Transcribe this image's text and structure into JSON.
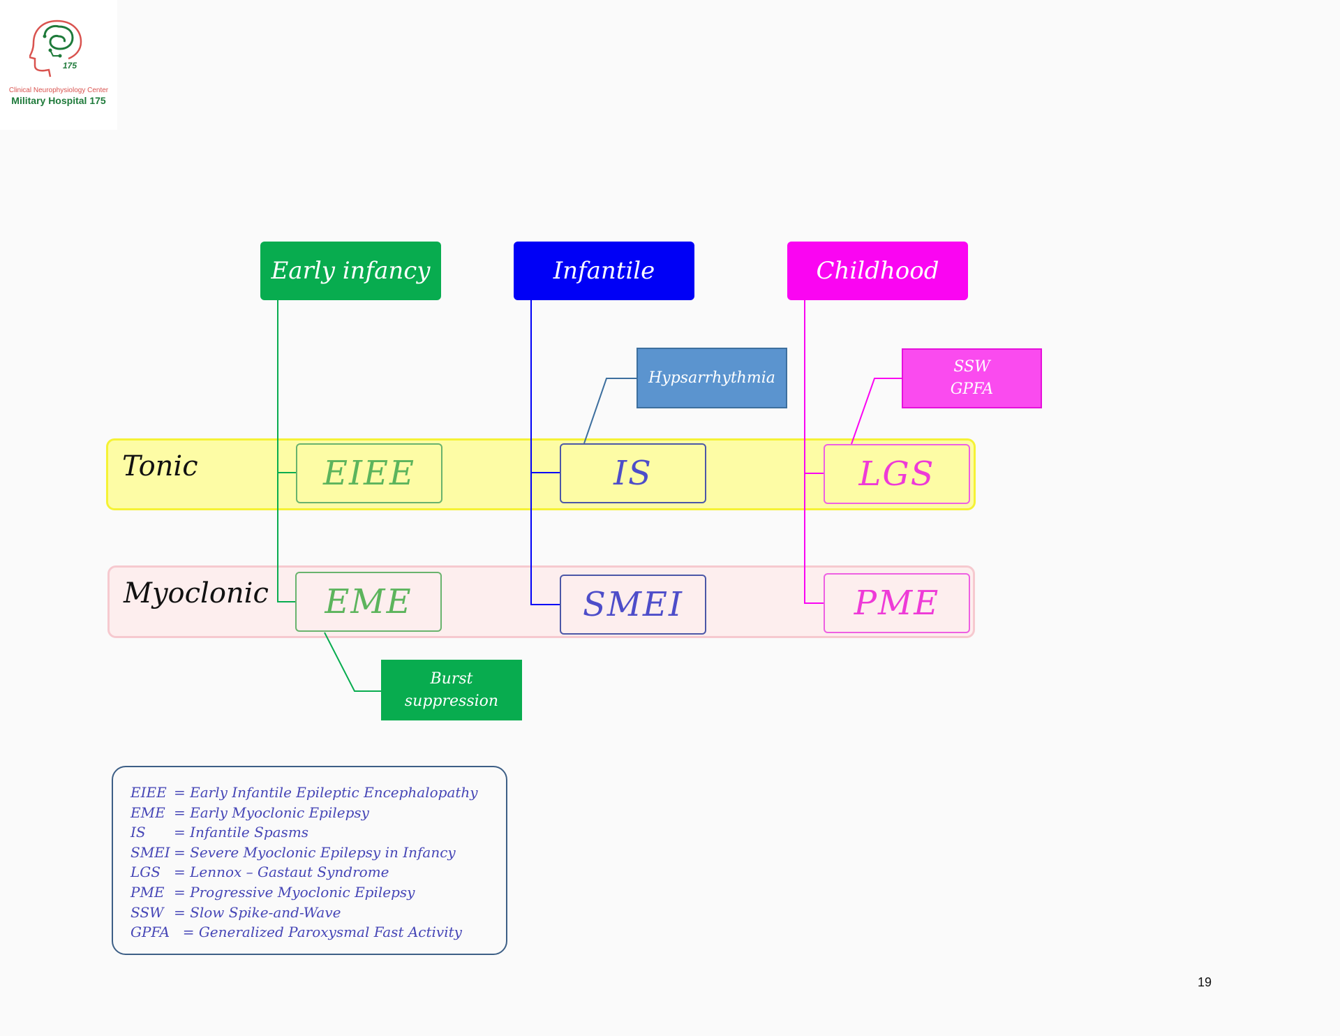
{
  "logo": {
    "subtitle": "Clinical Neurophysiology Center",
    "name": "Military Hospital 175",
    "badge": "175"
  },
  "columns": [
    {
      "header": "Early infancy",
      "color": "#08ac4f",
      "tonic": "EIEE",
      "myoclonic": "EME",
      "text_color": "#5cb45c"
    },
    {
      "header": "Infantile",
      "color": "#0000f6",
      "tonic": "IS",
      "myoclonic": "SMEI",
      "text_color": "#4d4dc9"
    },
    {
      "header": "Childhood",
      "color": "#fa05f2",
      "tonic": "LGS",
      "myoclonic": "PME",
      "text_color": "#ee3ad7"
    }
  ],
  "rows": {
    "tonic": "Tonic",
    "myoclonic": "Myoclonic"
  },
  "eeg_patterns": {
    "hypsarrhythmia": {
      "lines": [
        "Hypsarrhythmia"
      ],
      "color": "#5b94cf"
    },
    "lgs": {
      "lines": [
        "SSW",
        "GPFA"
      ],
      "color": "#fa4bef"
    },
    "burst": {
      "lines": [
        "Burst",
        "suppression"
      ],
      "color": "#08ac4f"
    }
  },
  "legend": [
    {
      "abbr": "EIEE",
      "definition": "= Early Infantile Epileptic Encephalopathy"
    },
    {
      "abbr": "EME",
      "definition": "= Early Myoclonic Epilepsy"
    },
    {
      "abbr": "IS",
      "definition": "= Infantile Spasms"
    },
    {
      "abbr": "SMEI",
      "definition": "= Severe Myoclonic Epilepsy in Infancy"
    },
    {
      "abbr": "LGS",
      "definition": "= Lennox – Gastaut Syndrome"
    },
    {
      "abbr": "PME",
      "definition": "= Progressive Myoclonic Epilepsy"
    },
    {
      "abbr": "SSW",
      "definition": "= Slow Spike-and-Wave"
    },
    {
      "abbr": "GPFA",
      "definition": "  = Generalized Paroxysmal Fast Activity"
    }
  ],
  "page_number": "19"
}
